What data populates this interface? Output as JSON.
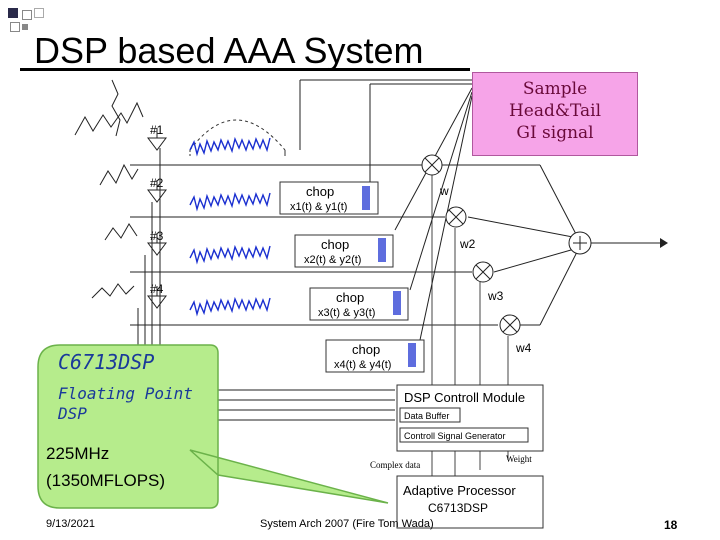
{
  "slide": {
    "title": "DSP based AAA System",
    "callout": {
      "line1": "Sample",
      "line2": "Head&Tail",
      "line3": "GI signal"
    },
    "bubble": {
      "title": "C6713DSP",
      "sub1": "Floating Point",
      "sub2": "DSP",
      "freq": "225MHz",
      "flops": "(1350MFLOPS)"
    },
    "footer": {
      "date": "9/13/2021",
      "center": "System Arch 2007 (Fire Tom Wada)",
      "page": "18"
    }
  },
  "diagram": {
    "antennas": [
      "#1",
      "#2",
      "#3",
      "#4"
    ],
    "chop_label": "chop",
    "chop_signals": [
      "x1(t) & y1(t)",
      "x2(t) & y2(t)",
      "x3(t) & y3(t)",
      "x4(t) & y4(t)"
    ],
    "weights": [
      "w",
      "w2",
      "w3",
      "w4"
    ],
    "control_module": {
      "title": "DSP Controll Module",
      "data_buffer": "Data Buffer",
      "signal_generator": "Controll Signal Generator"
    },
    "complex_data": "Complex data",
    "weight": "Weight",
    "adaptive_processor": {
      "title": "Adaptive Processor",
      "chip": "C6713DSP"
    },
    "colors": {
      "signal": "#1a2fd0",
      "callout": "#f6a4e8",
      "bubble": "#b6ec8c"
    }
  }
}
